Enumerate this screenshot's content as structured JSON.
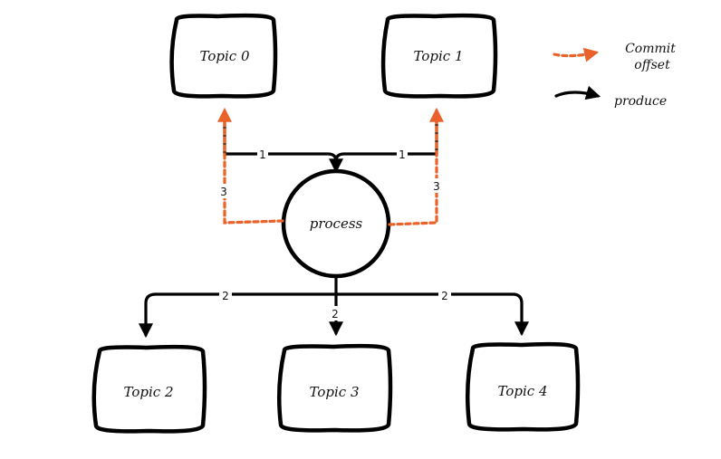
{
  "nodes": {
    "topic0": "Topic 0",
    "topic1": "Topic 1",
    "topic2": "Topic 2",
    "topic3": "Topic 3",
    "topic4": "Topic 4",
    "process": "process"
  },
  "edges": {
    "consume_topic0": "1",
    "consume_topic1": "1",
    "produce_topic2": "2",
    "produce_topic3": "2",
    "produce_topic4": "2",
    "commit_topic0": "3",
    "commit_topic1": "3"
  },
  "legend": {
    "commit_label_line1": "Commit",
    "commit_label_line2": "offset",
    "produce_label": "produce"
  },
  "colors": {
    "commit": "#e8622a",
    "produce": "#000000"
  }
}
